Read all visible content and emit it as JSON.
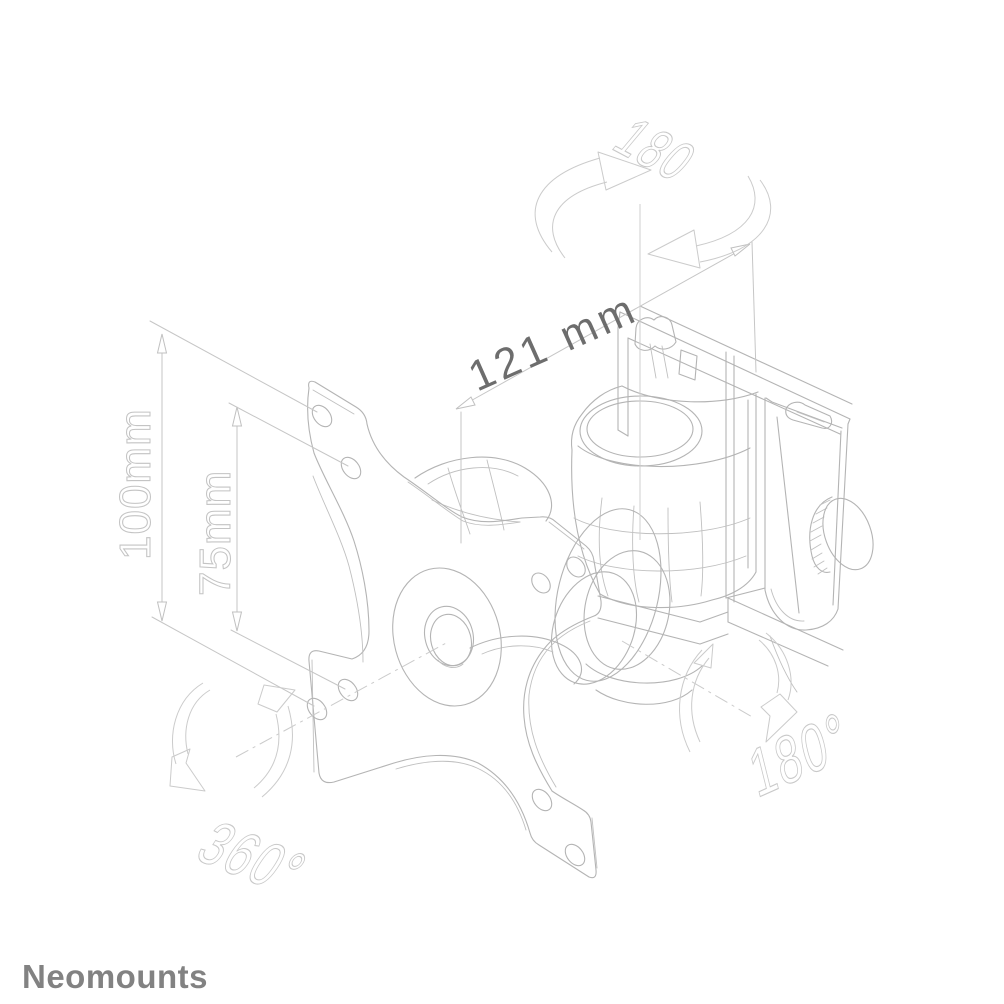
{
  "image": {
    "description": "Neomounts monitor wall mount technical line drawing with dimensions and rotation annotations",
    "background": "#ffffff"
  },
  "colors": {
    "part_line": "#b4b4b4",
    "dimension_line": "#c6c6c6",
    "outline_text": "#c9c9c9",
    "depth_text": "#6d6d6d",
    "logo_gray": "#828282"
  },
  "dimensions": {
    "depth": {
      "label": "121 mm"
    },
    "vesa_height": {
      "label": "100mm"
    },
    "vesa_inner": {
      "label": "75mm"
    }
  },
  "rotations": {
    "swivel_top": {
      "label": "180"
    },
    "rotate_full": {
      "label": "360°"
    },
    "tilt_side": {
      "label": "180°"
    }
  },
  "branding": {
    "logo": "Neomounts"
  }
}
